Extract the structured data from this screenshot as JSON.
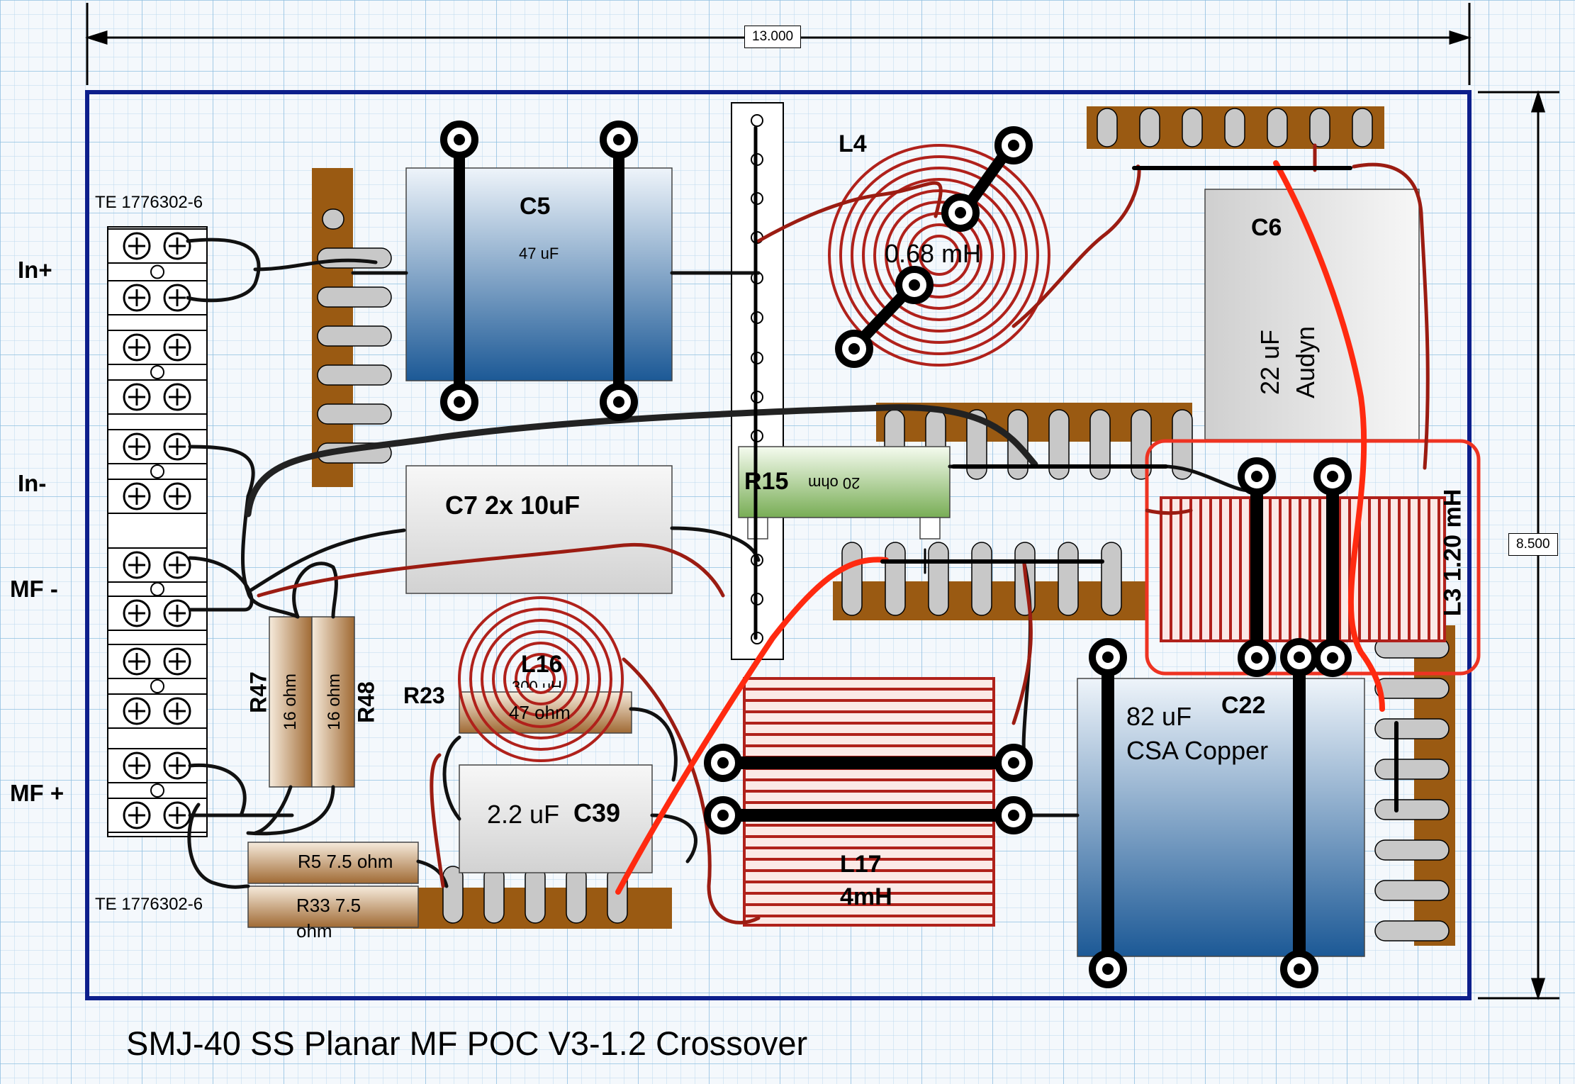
{
  "title": "SMJ-40 SS Planar MF POC V3-1.2 Crossover",
  "dimensions": {
    "width": "13.000",
    "height": "8.500"
  },
  "terminals": {
    "top_part": "TE 1776302-6",
    "bottom_part": "TE 1776302-6"
  },
  "inputs": {
    "in_plus": "In+",
    "in_minus": "In-",
    "mf_minus": "MF -",
    "mf_plus": "MF +"
  },
  "components": {
    "c5": {
      "name": "C5",
      "value": "47 uF"
    },
    "c7": {
      "name": "C7 2x 10uF"
    },
    "l4": {
      "name": "L4",
      "value": "0.68 mH"
    },
    "c6": {
      "name": "C6",
      "value": "22 uF",
      "brand": "Audyn"
    },
    "r15": {
      "name": "R15",
      "value": "20 ohm"
    },
    "l3": {
      "name": "L3 1.20 mH"
    },
    "r47": {
      "name": "R47",
      "value": "16 ohm"
    },
    "r48": {
      "name": "R48",
      "value": "16 ohm"
    },
    "l16": {
      "name": "L16",
      "value": "300 uH"
    },
    "r23": {
      "name": "R23",
      "value": "47 ohm"
    },
    "c39": {
      "name": "C39",
      "value": "2.2 uF"
    },
    "r5": {
      "name": "R5 7.5 ohm"
    },
    "r33": {
      "name": "R33 7.5",
      "unit": "ohm"
    },
    "l17": {
      "name": "L17",
      "value": "4mH"
    },
    "c22": {
      "name": "C22",
      "value": "82 uF",
      "brand": "CSA Copper"
    }
  },
  "colors": {
    "grid": "#a9cde6",
    "border": "#0d1f8c",
    "strip": "#9a5a12",
    "hole": "#c8c8c8",
    "coil": "#b0211b",
    "wire_red": "#ff2a10",
    "wire_dark_red": "#9b1c12",
    "wire_black": "#111111",
    "highlight": "#ee3322"
  }
}
